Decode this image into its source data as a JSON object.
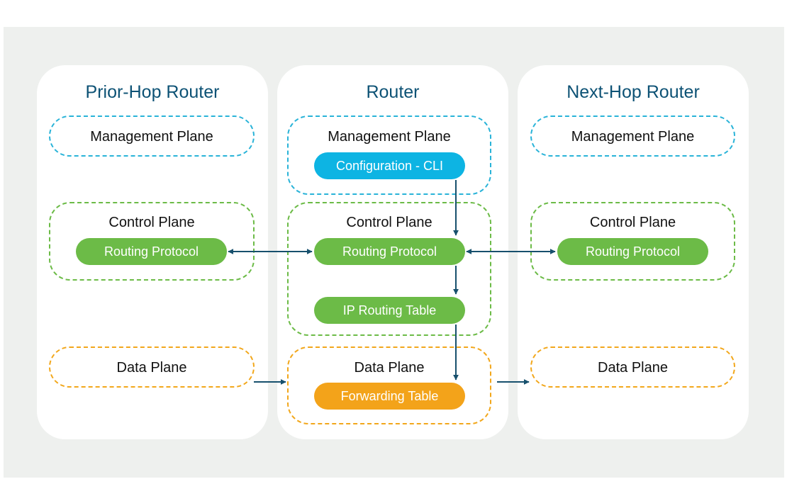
{
  "routers": {
    "prior": {
      "title": "Prior-Hop Router",
      "management_plane": "Management Plane",
      "control_plane": "Control Plane",
      "control_component": "Routing Protocol",
      "data_plane": "Data Plane"
    },
    "center": {
      "title": "Router",
      "management_plane": "Management Plane",
      "management_component": "Configuration - CLI",
      "control_plane": "Control Plane",
      "control_component": "Routing Protocol",
      "routing_table": "IP Routing Table",
      "data_plane": "Data Plane",
      "data_component": "Forwarding Table"
    },
    "next": {
      "title": "Next-Hop Router",
      "management_plane": "Management Plane",
      "control_plane": "Control Plane",
      "control_component": "Routing Protocol",
      "data_plane": "Data Plane"
    }
  },
  "colors": {
    "background": "#eef0ee",
    "panel": "#ffffff",
    "title": "#0d5275",
    "management": "#29b3d8",
    "management_fill": "#0db4e3",
    "control": "#6cbb47",
    "data": "#f2a71b",
    "data_fill": "#f3a31a",
    "arrow": "#17506d"
  }
}
